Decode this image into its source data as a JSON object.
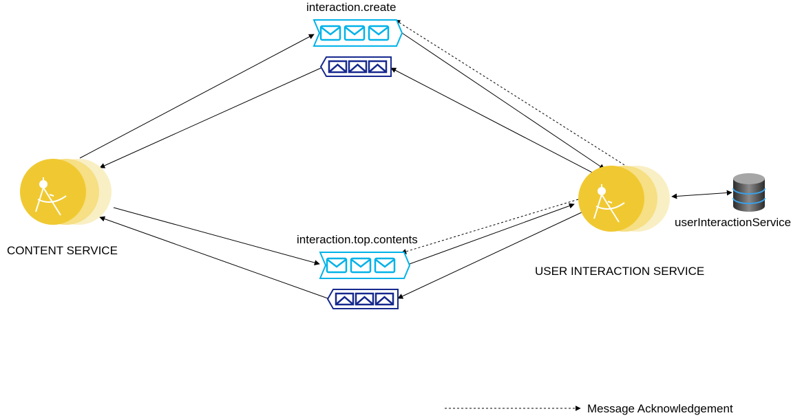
{
  "services": {
    "content": {
      "label": "CONTENT SERVICE",
      "icon": "compass-icon",
      "color": "#F0C932"
    },
    "user_interaction": {
      "label": "USER INTERACTION SERVICE",
      "icon": "compass-icon",
      "color": "#F0C932"
    }
  },
  "database": {
    "label": "userInteractionService",
    "icon": "database-icon"
  },
  "queues": {
    "interaction_create": {
      "label": "interaction.create",
      "request_color": "#00B2E8",
      "reply_color": "#16288E"
    },
    "interaction_top_contents": {
      "label": "interaction.top.contents",
      "request_color": "#00B2E8",
      "reply_color": "#16288E"
    }
  },
  "legend": {
    "label": "Message Acknowledgement"
  }
}
